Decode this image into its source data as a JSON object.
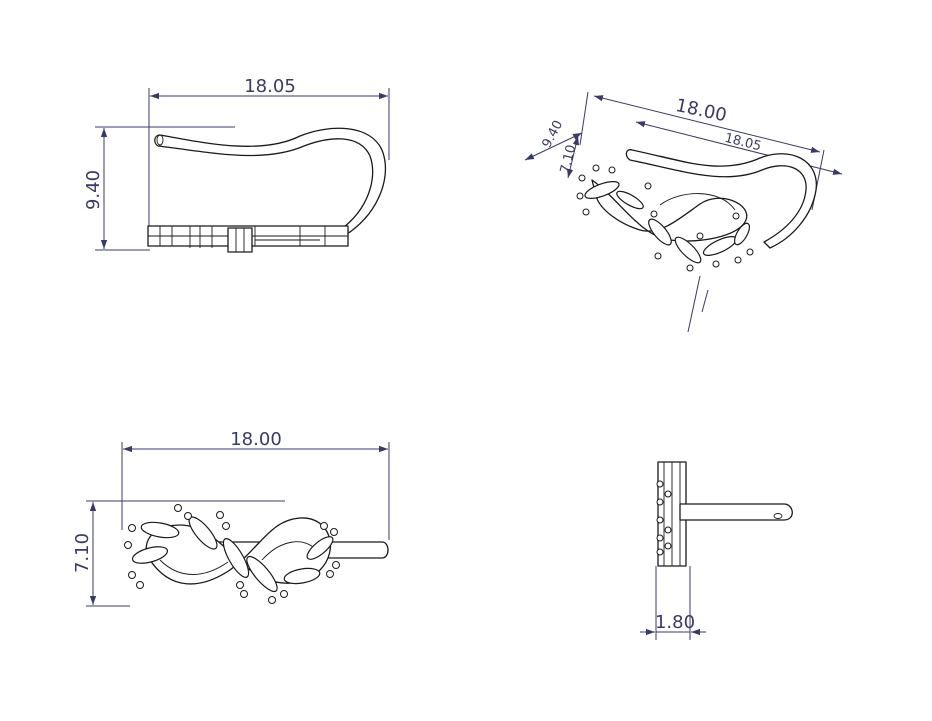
{
  "views": {
    "side": {
      "width": "18.05",
      "height": "9.40"
    },
    "iso": {
      "length_a": "18.00",
      "length_b": "18.05",
      "height_a": "9.40",
      "height_b": "7.10"
    },
    "top": {
      "width": "18.00",
      "height": "7.10"
    },
    "end": {
      "thickness": "1.80"
    }
  }
}
